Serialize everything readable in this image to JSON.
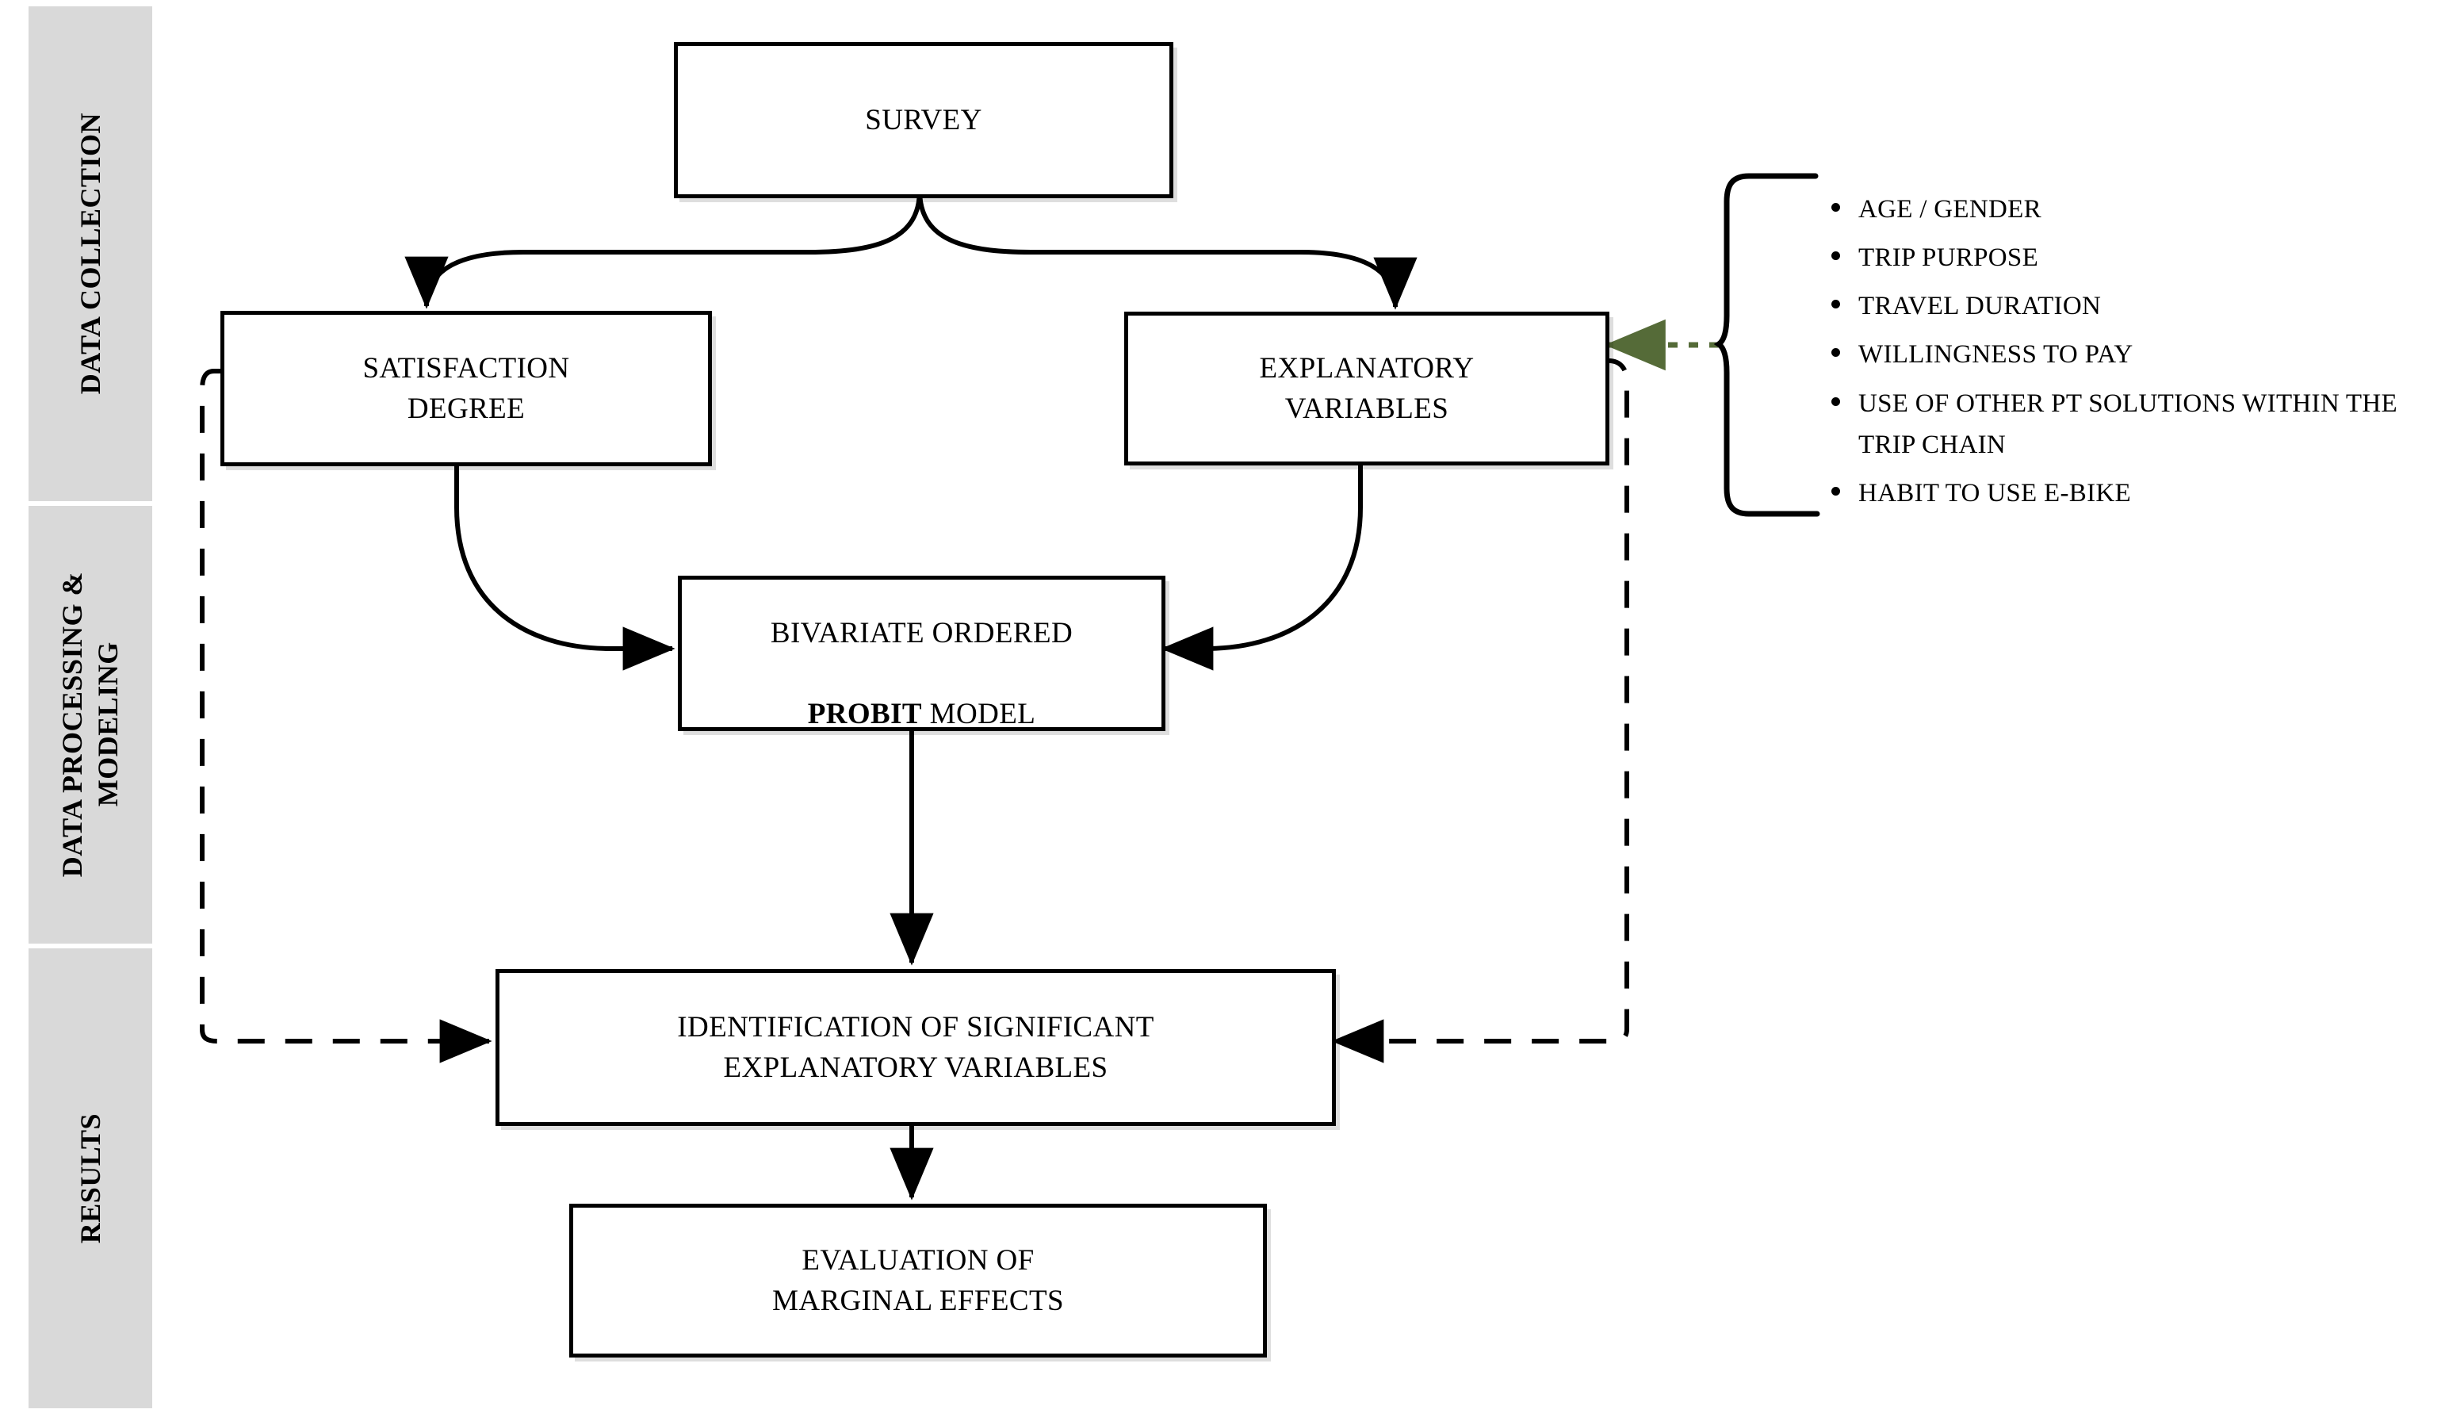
{
  "diagram": {
    "title": "Bivariate ordered probit modelling framework",
    "type": "flowchart",
    "background": "#ffffff"
  },
  "sidebar": {
    "panel_color": "#d9d9d9",
    "phases": [
      {
        "id": "data-collection",
        "label": "DATA COLLECTION"
      },
      {
        "id": "data-processing",
        "label": "DATA PROCESSING &\nMODELING"
      },
      {
        "id": "results",
        "label": "RESULTS"
      }
    ]
  },
  "nodes": {
    "survey": {
      "label": "SURVEY"
    },
    "satisfaction": {
      "label": "SATISFACTION\nDEGREE"
    },
    "explanatory": {
      "label": "EXPLANATORY\nVARIABLES"
    },
    "probit": {
      "line1": "BIVARIATE  ORDERED",
      "bold": "PROBIT",
      "line2_tail": " MODEL"
    },
    "identification": {
      "label": "IDENTIFICATION  OF SIGNIFICANT\nEXPLANATORY  VARIABLES"
    },
    "evaluation": {
      "label": "EVALUATION  OF\nMARGINAL  EFFECTS"
    }
  },
  "variable_list": {
    "bracket": "curly-brace",
    "items": [
      "AGE / GENDER",
      "TRIP PURPOSE",
      "TRAVEL DURATION",
      "WILLINGNESS TO PAY",
      "USE OF OTHER PT SOLUTIONS WITHIN THE TRIP CHAIN",
      "HABIT TO USE E-BIKE"
    ]
  },
  "connectors": {
    "solid_color": "#000000",
    "dashed_color": "#000000",
    "annotation_arrow_color": "#556b38",
    "edges": [
      {
        "from": "survey",
        "to": "satisfaction",
        "style": "solid-curve"
      },
      {
        "from": "survey",
        "to": "explanatory",
        "style": "solid-curve"
      },
      {
        "from": "satisfaction",
        "to": "probit",
        "style": "solid-curve"
      },
      {
        "from": "explanatory",
        "to": "probit",
        "style": "solid-curve"
      },
      {
        "from": "probit",
        "to": "identification",
        "style": "solid-straight"
      },
      {
        "from": "identification",
        "to": "evaluation",
        "style": "solid-straight"
      },
      {
        "from": "satisfaction",
        "to": "identification",
        "style": "dashed-loop-left"
      },
      {
        "from": "explanatory",
        "to": "identification",
        "style": "dashed-loop-right"
      },
      {
        "from": "variable_list",
        "to": "explanatory",
        "style": "dotted-annotation"
      }
    ]
  }
}
